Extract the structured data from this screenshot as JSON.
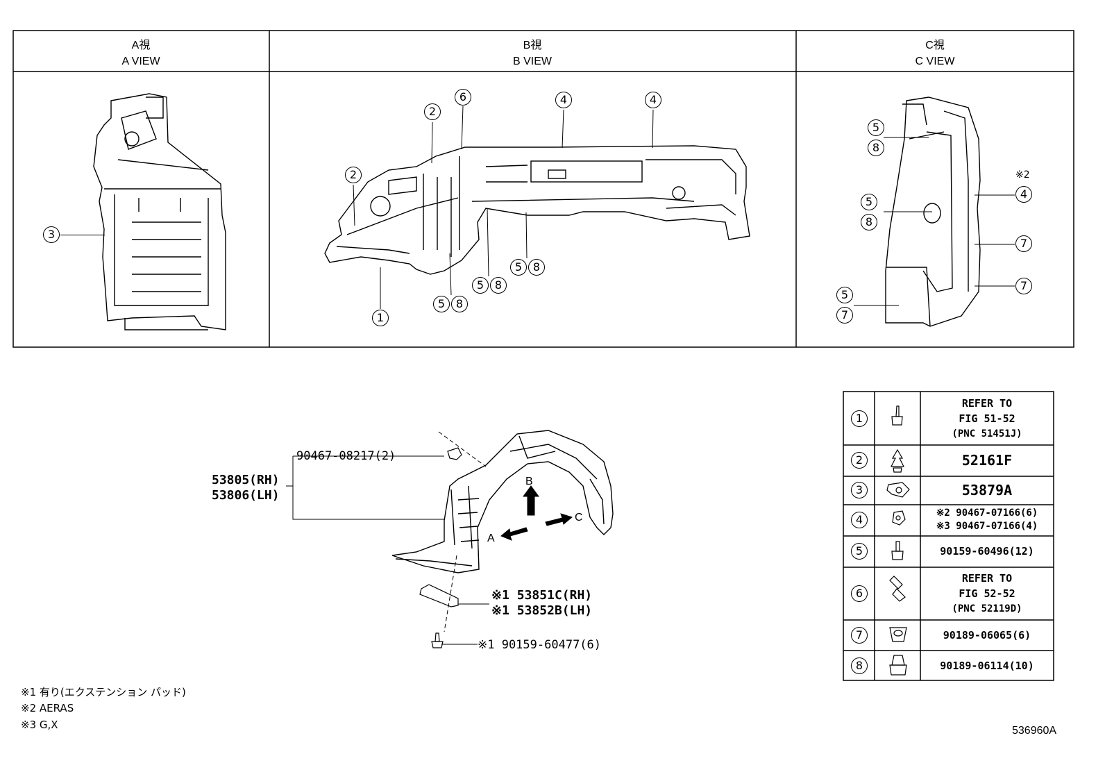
{
  "views": [
    {
      "title_jp": "A視",
      "title_en": "A VIEW"
    },
    {
      "title_jp": "B視",
      "title_en": "B VIEW"
    },
    {
      "title_jp": "C視",
      "title_en": "C VIEW"
    }
  ],
  "callouts": {
    "a_view": [
      "3"
    ],
    "b_view": [
      "2",
      "2",
      "6",
      "4",
      "4",
      "5",
      "8",
      "5",
      "8",
      "5",
      "8",
      "1"
    ],
    "c_view": [
      "5",
      "8",
      "5",
      "8",
      "4",
      "7",
      "7",
      "5",
      "7"
    ],
    "c_view_note": "※2"
  },
  "main_labels": {
    "bolt_top": "90467-08217(2)",
    "part_rh": "53805(RH)",
    "part_lh": "53806(LH)",
    "arrow_b": "B",
    "arrow_a": "A",
    "arrow_c": "C",
    "pad_rh": "※1 53851C(RH)",
    "pad_lh": "※1 53852B(LH)",
    "screw_bottom": "※1 90159-60477(6)"
  },
  "parts_table": [
    {
      "num": "1",
      "lines": [
        "REFER TO",
        "FIG 51-52",
        "(PNC 51451J)"
      ]
    },
    {
      "num": "2",
      "lines": [
        "52161F"
      ]
    },
    {
      "num": "3",
      "lines": [
        "53879A"
      ]
    },
    {
      "num": "4",
      "lines": [
        "※2 90467-07166(6)",
        "※3 90467-07166(4)"
      ]
    },
    {
      "num": "5",
      "lines": [
        "90159-60496(12)"
      ]
    },
    {
      "num": "6",
      "lines": [
        "REFER TO",
        "FIG 52-52",
        "(PNC 52119D)"
      ]
    },
    {
      "num": "7",
      "lines": [
        "90189-06065(6)"
      ]
    },
    {
      "num": "8",
      "lines": [
        "90189-06114(10)"
      ]
    }
  ],
  "notes": [
    "※1 有り(エクステンション パッド)",
    "※2 AERAS",
    "※3 G,X"
  ],
  "figure_id": "536960A"
}
